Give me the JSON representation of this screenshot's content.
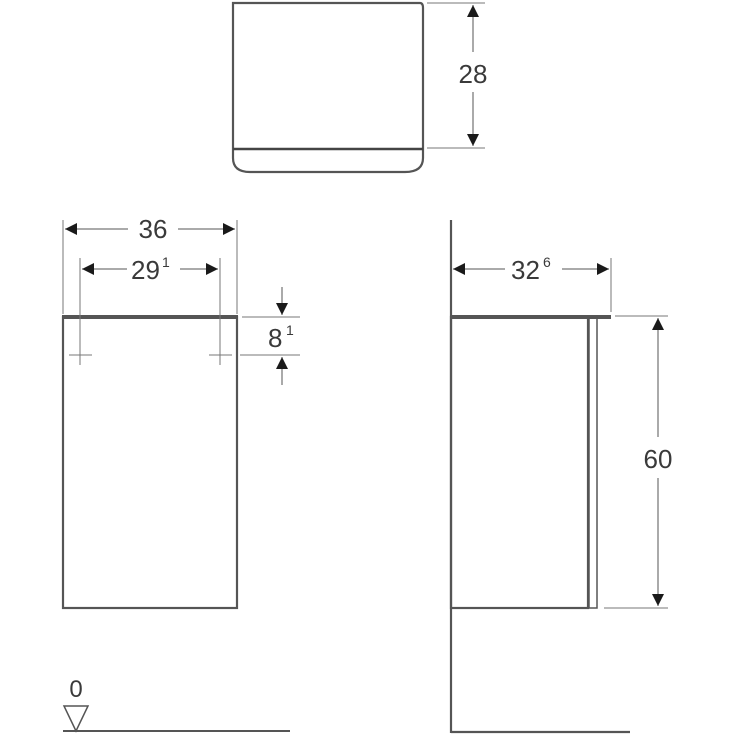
{
  "drawing": {
    "type": "technical-dimension-drawing",
    "units_implied": "cm",
    "views": {
      "top": {
        "label": "top-view",
        "dimensions": {
          "depth": "28"
        }
      },
      "front": {
        "label": "front-view",
        "dimensions": {
          "width": "36",
          "hole_spacing_main": "29",
          "hole_spacing_sup": "1",
          "hole_offset_main": "8",
          "hole_offset_sup": "1"
        }
      },
      "side": {
        "label": "side-view",
        "dimensions": {
          "depth_main": "32",
          "depth_sup": "6",
          "height": "60"
        }
      }
    },
    "floor_level": {
      "label": "0"
    }
  },
  "colors": {
    "line": "#555555",
    "arrow": "#1a1a1a",
    "text": "#3a3a3a",
    "background": "#ffffff"
  }
}
